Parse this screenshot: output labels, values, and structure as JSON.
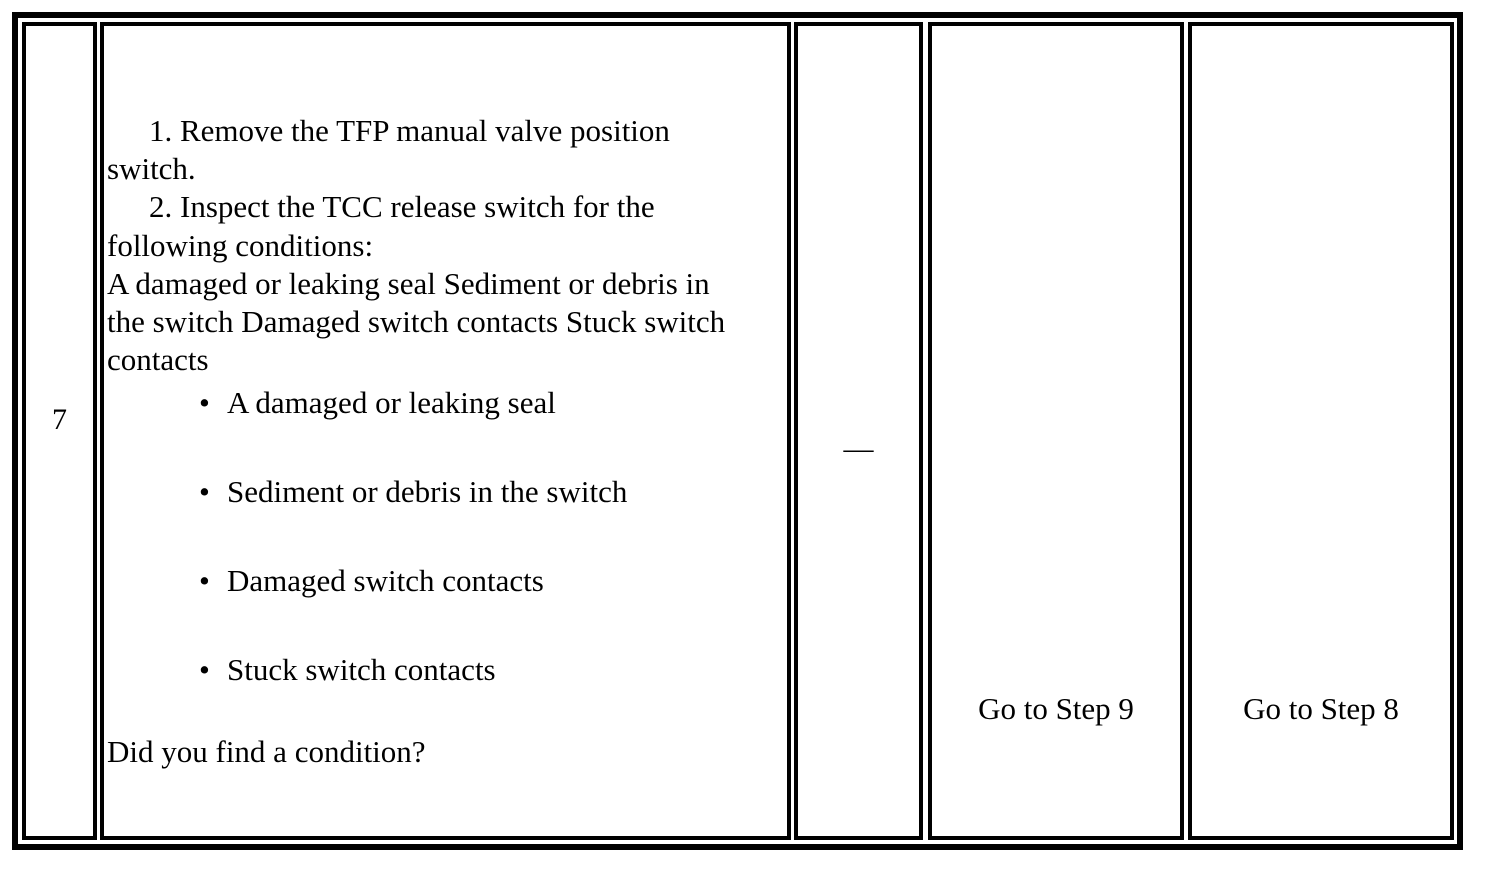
{
  "step": {
    "number": "7",
    "value": "—",
    "yes_action": "Go to Step 9",
    "no_action": "Go to Step 8"
  },
  "action": {
    "line1": "1. Remove the TFP manual valve position",
    "line2": "switch.",
    "line3": "2. Inspect the TCC release switch for the",
    "line4": "following conditions:",
    "line5": "A damaged or leaking seal Sediment or debris in",
    "line6": "the switch Damaged switch contacts Stuck switch",
    "line7": "contacts",
    "bullets": [
      "A damaged or leaking seal",
      "Sediment or debris in the switch",
      "Damaged switch contacts",
      "Stuck switch contacts"
    ],
    "bullet_glyph": "•",
    "question": "Did you find a condition?"
  }
}
